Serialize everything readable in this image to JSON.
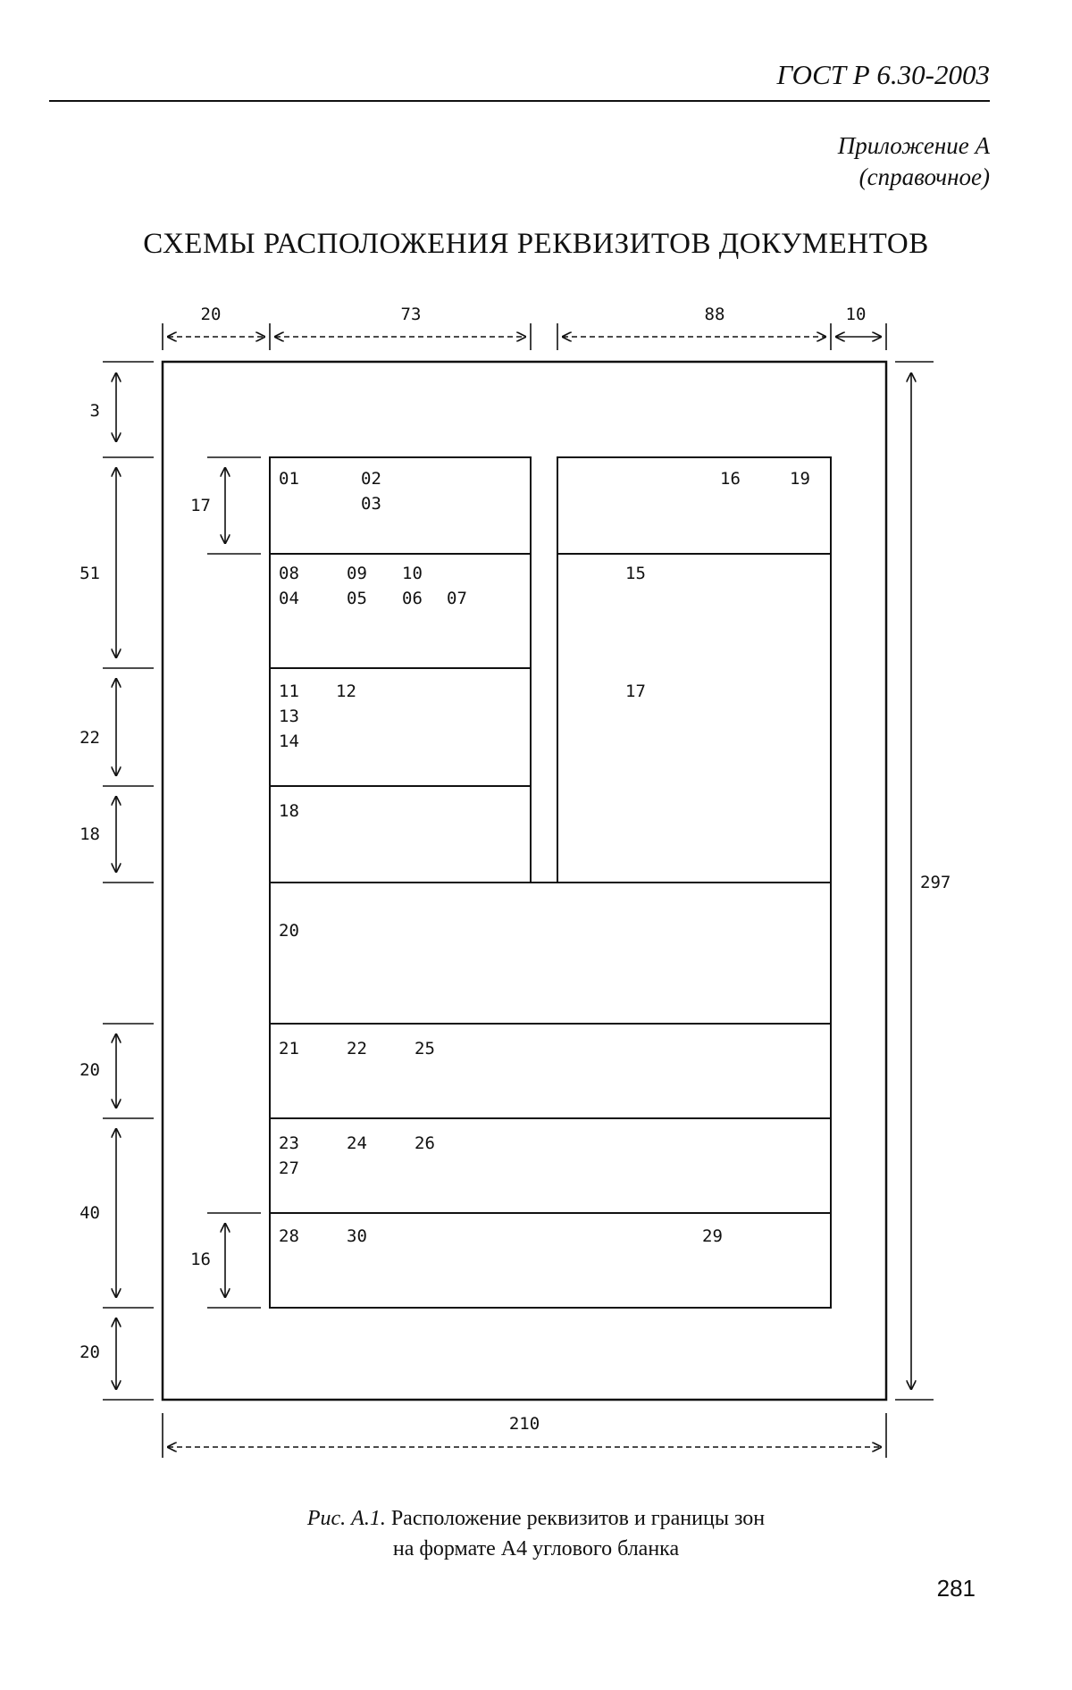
{
  "header": {
    "standard_code": "ГОСТ Р 6.30-2003",
    "appendix_label": "Приложение А",
    "appendix_note": "(справочное)"
  },
  "title": "СХЕМЫ РАСПОЛОЖЕНИЯ РЕКВИЗИТОВ ДОКУМЕНТОВ",
  "dimensions": {
    "top_left_margin": "20",
    "top_left_zone": "73",
    "top_right_zone": "88",
    "top_right_margin": "10",
    "left_top": "3",
    "left_51": "51",
    "left_22": "22",
    "left_18": "18",
    "left_20a": "20",
    "left_40": "40",
    "left_20b": "20",
    "inner_17": "17",
    "inner_16": "16",
    "height_total": "297",
    "width_total": "210"
  },
  "zones": {
    "r01": [
      "01",
      "02"
    ],
    "r01b": "03",
    "r08": [
      "08",
      "09",
      "10"
    ],
    "r04": [
      "04",
      "05",
      "06",
      "07"
    ],
    "r11": [
      "11",
      "12"
    ],
    "r13": "13",
    "r14": "14",
    "r18": "18",
    "r16_19": [
      "16",
      "19"
    ],
    "r15": "15",
    "r17": "17",
    "r20": "20",
    "r21": [
      "21",
      "22",
      "25"
    ],
    "r23": [
      "23",
      "24",
      "26"
    ],
    "r27": "27",
    "r28": [
      "28",
      "30"
    ],
    "r29": "29"
  },
  "caption": {
    "figure_label": "Рис. А.1.",
    "line1_text": "Расположение реквизитов и границы зон",
    "line2_text": "на формате А4 углового бланка"
  },
  "page_number": "281"
}
